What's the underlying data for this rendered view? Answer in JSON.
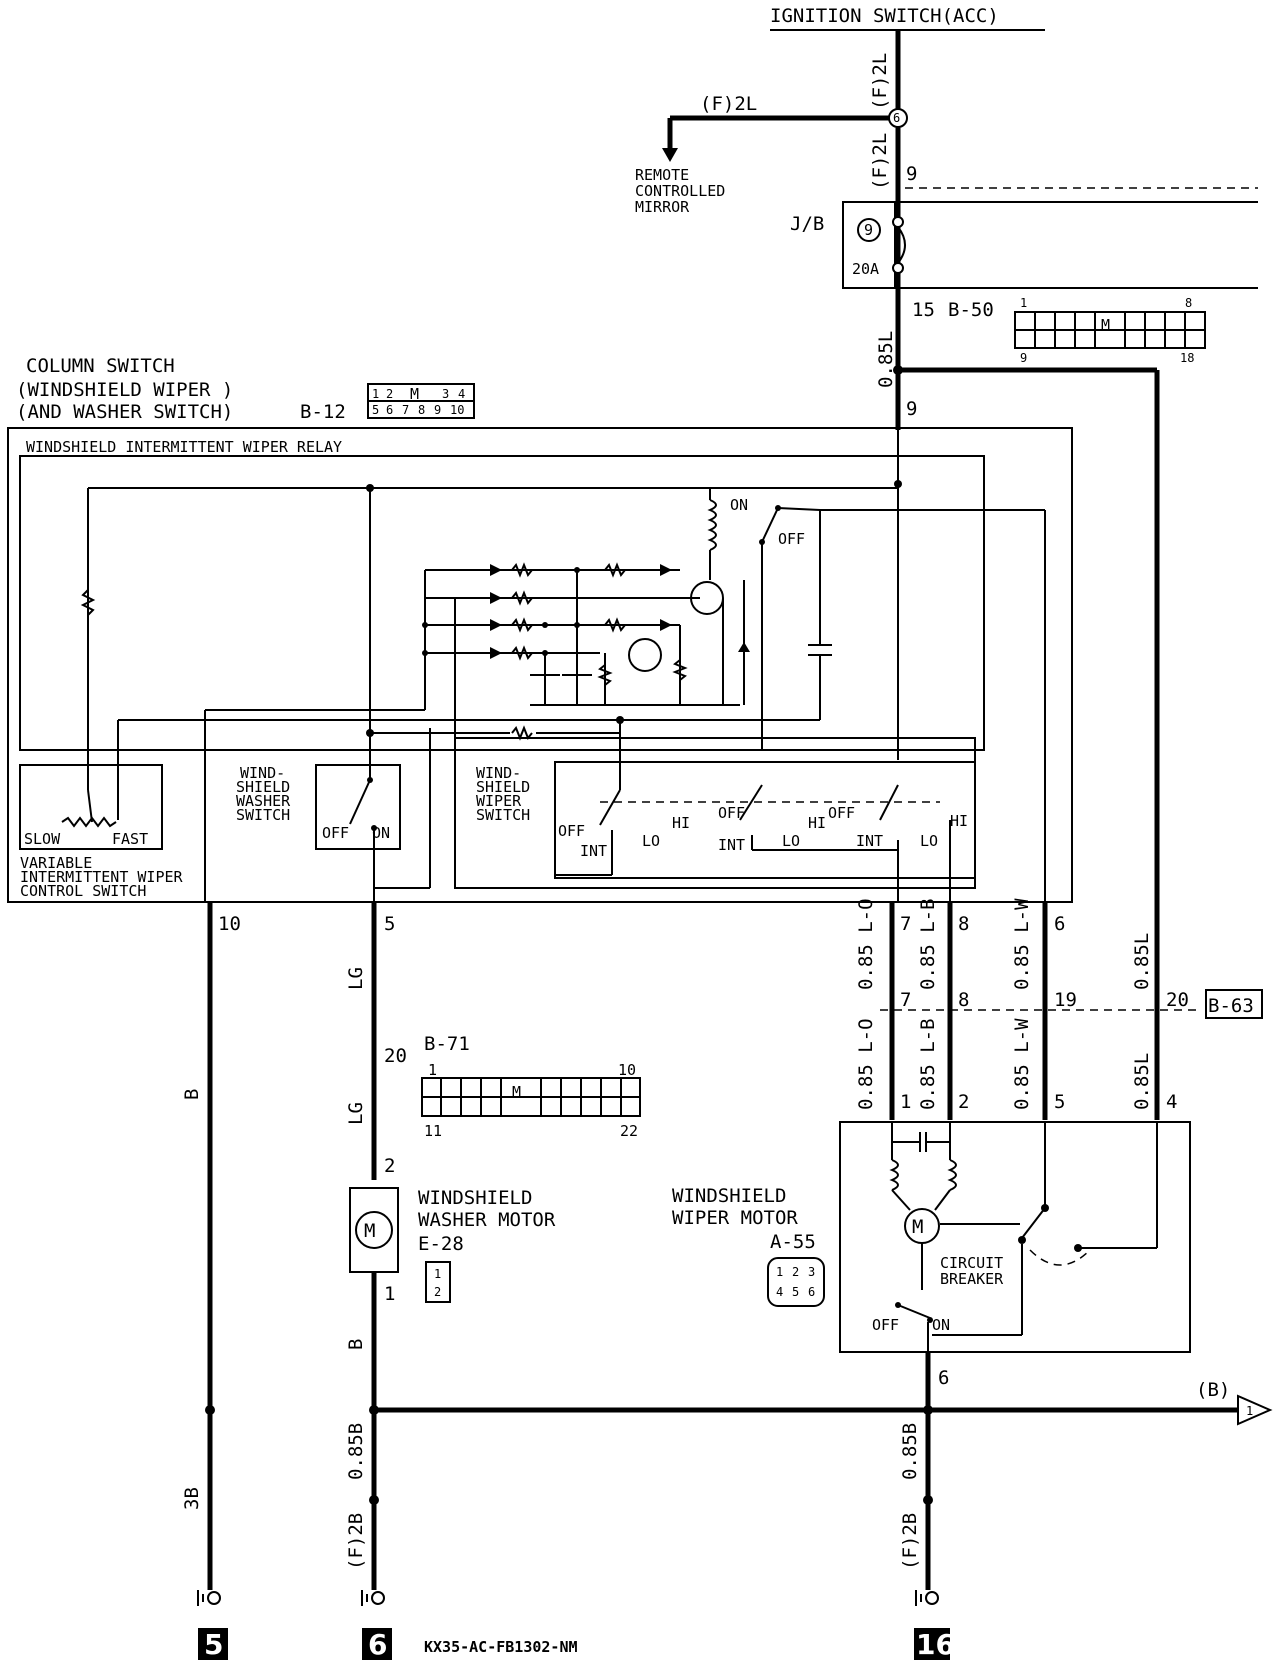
{
  "header": {
    "ignition": "IGNITION SWITCH(ACC)"
  },
  "wires": {
    "f2l": "(F)2L",
    "l085": "0.85L",
    "lo085": "0.85 L-O",
    "lb085": "0.85 L-B",
    "lw085": "0.85 L-W",
    "lg": "LG",
    "b": "B",
    "b3": "3B",
    "b085": "0.85B",
    "f2b": "(F)2B",
    "bus_b": "(B)"
  },
  "junction_block": {
    "label": "J/B",
    "fuse_no": "9",
    "fuse_rating": "20A",
    "pin_in": "9",
    "pin_out": "15",
    "connector": "B-50",
    "conn_pins": [
      "1",
      "8",
      "9",
      "18"
    ]
  },
  "splice": {
    "num": "6"
  },
  "mirror": {
    "line1": "REMOTE",
    "line2": "CONTROLLED",
    "line3": "MIRROR"
  },
  "column_switch": {
    "line1": "COLUMN SWITCH",
    "line2": "(WINDSHIELD WIPER )",
    "line3": "(AND WASHER SWITCH)",
    "connector": "B-12",
    "conn_top": [
      "1",
      "2",
      "M",
      "3",
      "4"
    ],
    "conn_bottom": [
      "5",
      "6",
      "7",
      "8",
      "9",
      "10"
    ],
    "relay": "WINDSHIELD INTERMITTENT WIPER RELAY",
    "relay_on": "ON",
    "relay_off": "OFF",
    "pin_top": "9"
  },
  "variable_switch": {
    "slow": "SLOW",
    "fast": "FAST",
    "line1": "VARIABLE",
    "line2": "INTERMITTENT WIPER",
    "line3": "CONTROL SWITCH"
  },
  "washer_switch": {
    "line1": "WIND-",
    "line2": "SHIELD",
    "line3": "WASHER",
    "line4": "SWITCH",
    "off": "OFF",
    "on": "ON"
  },
  "wiper_switch": {
    "line1": "WIND-",
    "line2": "SHIELD",
    "line3": "WIPER",
    "line4": "SWITCH",
    "off": "OFF",
    "int": "INT",
    "lo": "LO",
    "hi": "HI"
  },
  "pins": {
    "p10": "10",
    "p5": "5",
    "p7": "7",
    "p8": "8",
    "p6": "6",
    "p19": "19",
    "p20": "20",
    "p1": "1",
    "p2": "2",
    "p4": "4"
  },
  "connectors": {
    "b63": "B-63",
    "b71": "B-71",
    "b71_pins": [
      "1",
      "10",
      "11",
      "22"
    ],
    "e28_pins": [
      "1",
      "2"
    ],
    "a55_pins": [
      "1",
      "2",
      "3",
      "4",
      "5",
      "6"
    ]
  },
  "washer_motor": {
    "line1": "WINDSHIELD",
    "line2": "WASHER MOTOR",
    "id": "E-28",
    "m": "M"
  },
  "wiper_motor": {
    "line1": "WINDSHIELD",
    "line2": "WIPER MOTOR",
    "id": "A-55",
    "m": "M",
    "breaker1": "CIRCUIT",
    "breaker2": "BREAKER",
    "off": "OFF",
    "on": "ON"
  },
  "grounds": [
    "5",
    "6",
    "16"
  ],
  "bus_connector": "1",
  "footer": {
    "code": "KX35-AC-FB1302-NM"
  }
}
